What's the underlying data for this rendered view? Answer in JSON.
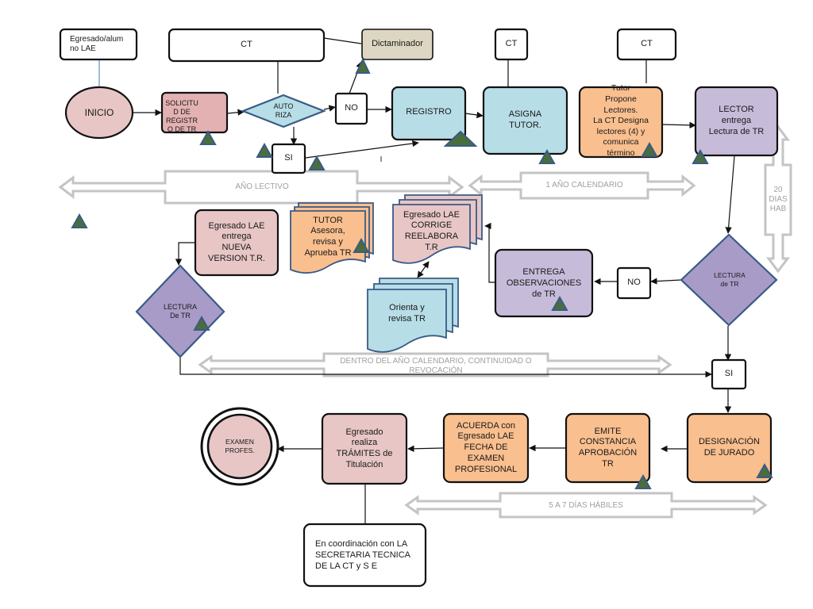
{
  "nodes": {
    "egresado_alumno": "Egresado/alum\nno LAE",
    "ct_top": "CT",
    "dictaminador": "Dictaminador",
    "ct_asigna": "CT",
    "ct_propone": "CT",
    "inicio": "INICIO",
    "solicitud": "SOLICITU\nD DE\nREGISTR\nO DE TR",
    "autoriza": "AUTO\nRIZA",
    "no_top": "NO",
    "registro": "REGISTRO",
    "asigna_tutor": "ASIGNA\nTUTOR.",
    "tutor_propone": "Tutor\nPropone\nLectores.\nLa CT Designa\nlectores (4) y\ncomunica\ntérmino",
    "lector_entrega": "LECTOR\nentrega\nLectura de TR",
    "si_top": "SI",
    "i_mark": "I",
    "tutor_asesora": "TUTOR\nAsesora,\nrevisa y\nAprueba TR",
    "egresado_corrige": "Egresado LAE\nCORRIGE\nREELABORA\nT.R",
    "egresado_nueva": "Egresado LAE\nentrega\nNUEVA\nVERSION  T.R.",
    "orienta": "Orienta y\nrevisa TR",
    "entrega_obs": "ENTREGA\nOBSERVACIONES\nde TR",
    "no_mid": "NO",
    "lectura_right": "LECTURA\nde TR",
    "lectura_left": "LECTURA\nDe TR",
    "si_bottom": "SI",
    "examen": "EXAMEN\nPROFES.",
    "tramites": "Egresado\nrealiza\nTRÁMITES de\nTitulación",
    "acuerda": "ACUERDA con\nEgresado LAE\nFECHA DE\nEXAMEN\nPROFESIONAL",
    "emite": "EMITE\nCONSTANCIA\nAPROBACIÓN\nTR",
    "designacion": "DESIGNACIÓN\nDE  JURADO",
    "coordinacion": "En coordinación con LA\nSECRETARIA TECNICA\nDE LA CT y S E"
  },
  "timelines": {
    "ano_lectivo": "AÑO LECTIVO",
    "ano_calendario": "1 AÑO CALENDARIO",
    "dias_hab_20": "20\nDIAS\nHAB",
    "continuidad": "DENTRO DEL AÑO CALENDARIO, CONTINUIDAD O\nREVOCACIÓN",
    "dias_5_7": "5 A 7 DÍAS HÁBILES"
  },
  "colors": {
    "pink": "#e8c6c6",
    "pink_dark": "#e3b1b2",
    "lavender": "#c6bcd9",
    "purple_diamond": "#a99bc7",
    "light_blue": "#b7dde7",
    "orange": "#f9bf8f",
    "beige": "#dcd6c3",
    "outline": "#111111",
    "triangle_fill": "#4a6e3a",
    "triangle_stroke": "#3a5b86",
    "timeline_grey": "#c4c4c4"
  }
}
